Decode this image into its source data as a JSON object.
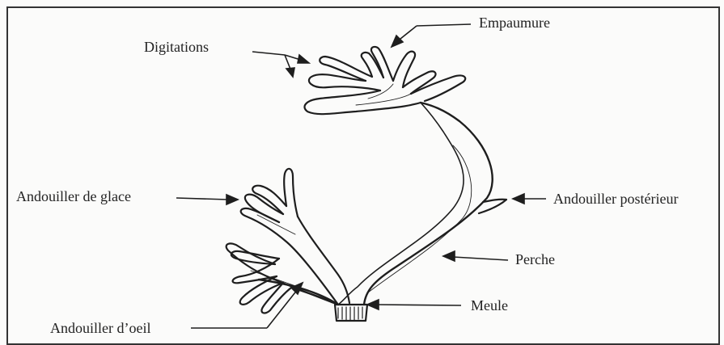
{
  "labels": {
    "digitations": "Digitations",
    "empaumure": "Empaumure",
    "andouiller_de_glace": "Andouiller de glace",
    "andouiller_posterieur": "Andouiller postérieur",
    "perche": "Perche",
    "meule": "Meule",
    "andouiller_doeil": "Andouiller d’oeil"
  },
  "colors": {
    "ink": "#222222",
    "paper": "#fbfbfa"
  }
}
